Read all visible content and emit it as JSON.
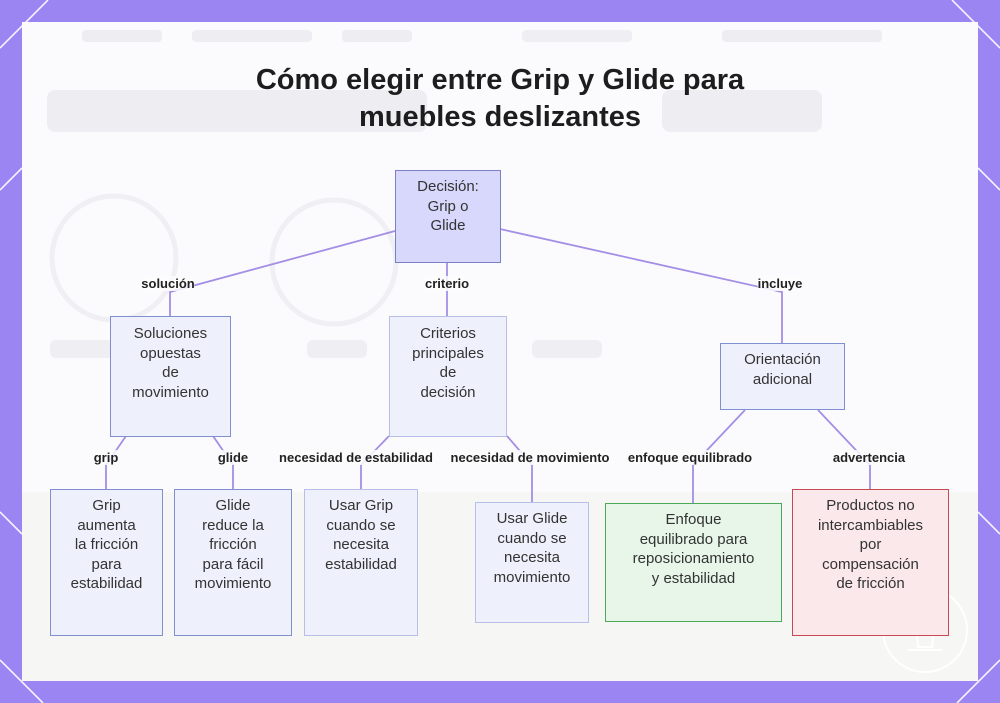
{
  "title_line1": "Cómo elegir entre Grip y Glide para",
  "title_line2": "muebles deslizantes",
  "nodes": {
    "root": [
      "Decisión:",
      "Grip o",
      "Glide"
    ],
    "soluciones": [
      "Soluciones",
      "opuestas",
      "de",
      "movimiento"
    ],
    "criterios": [
      "Criterios",
      "principales",
      "de",
      "decisión"
    ],
    "orientacion": [
      "Orientación",
      "adicional"
    ],
    "grip": [
      "Grip",
      "aumenta",
      "la fricción",
      "para",
      "estabilidad"
    ],
    "glide": [
      "Glide",
      "reduce la",
      "fricción",
      "para fácil",
      "movimiento"
    ],
    "usar_grip": [
      "Usar Grip",
      "cuando se",
      "necesita",
      "estabilidad"
    ],
    "usar_glide": [
      "Usar Glide",
      "cuando se",
      "necesita",
      "movimiento"
    ],
    "enfoque": [
      "Enfoque",
      "equilibrado para",
      "reposicionamiento",
      "y estabilidad"
    ],
    "productos": [
      "Productos no",
      "intercambiables",
      "por",
      "compensación",
      "de fricción"
    ]
  },
  "edge_labels": {
    "solucion": "solución",
    "criterio": "criterio",
    "incluye": "incluye",
    "grip": "grip",
    "glide": "glide",
    "necesidad_estabilidad": "necesidad de estabilidad",
    "necesidad_movimiento": "necesidad de movimiento",
    "enfoque_equilibrado": "enfoque equilibrado",
    "advertencia": "advertencia"
  },
  "colors": {
    "background": "#9a85f2",
    "edge": "#a48ee6",
    "root_fill": "#d7d8fb",
    "green_border": "#4ea85a",
    "red_border": "#c64a55"
  }
}
